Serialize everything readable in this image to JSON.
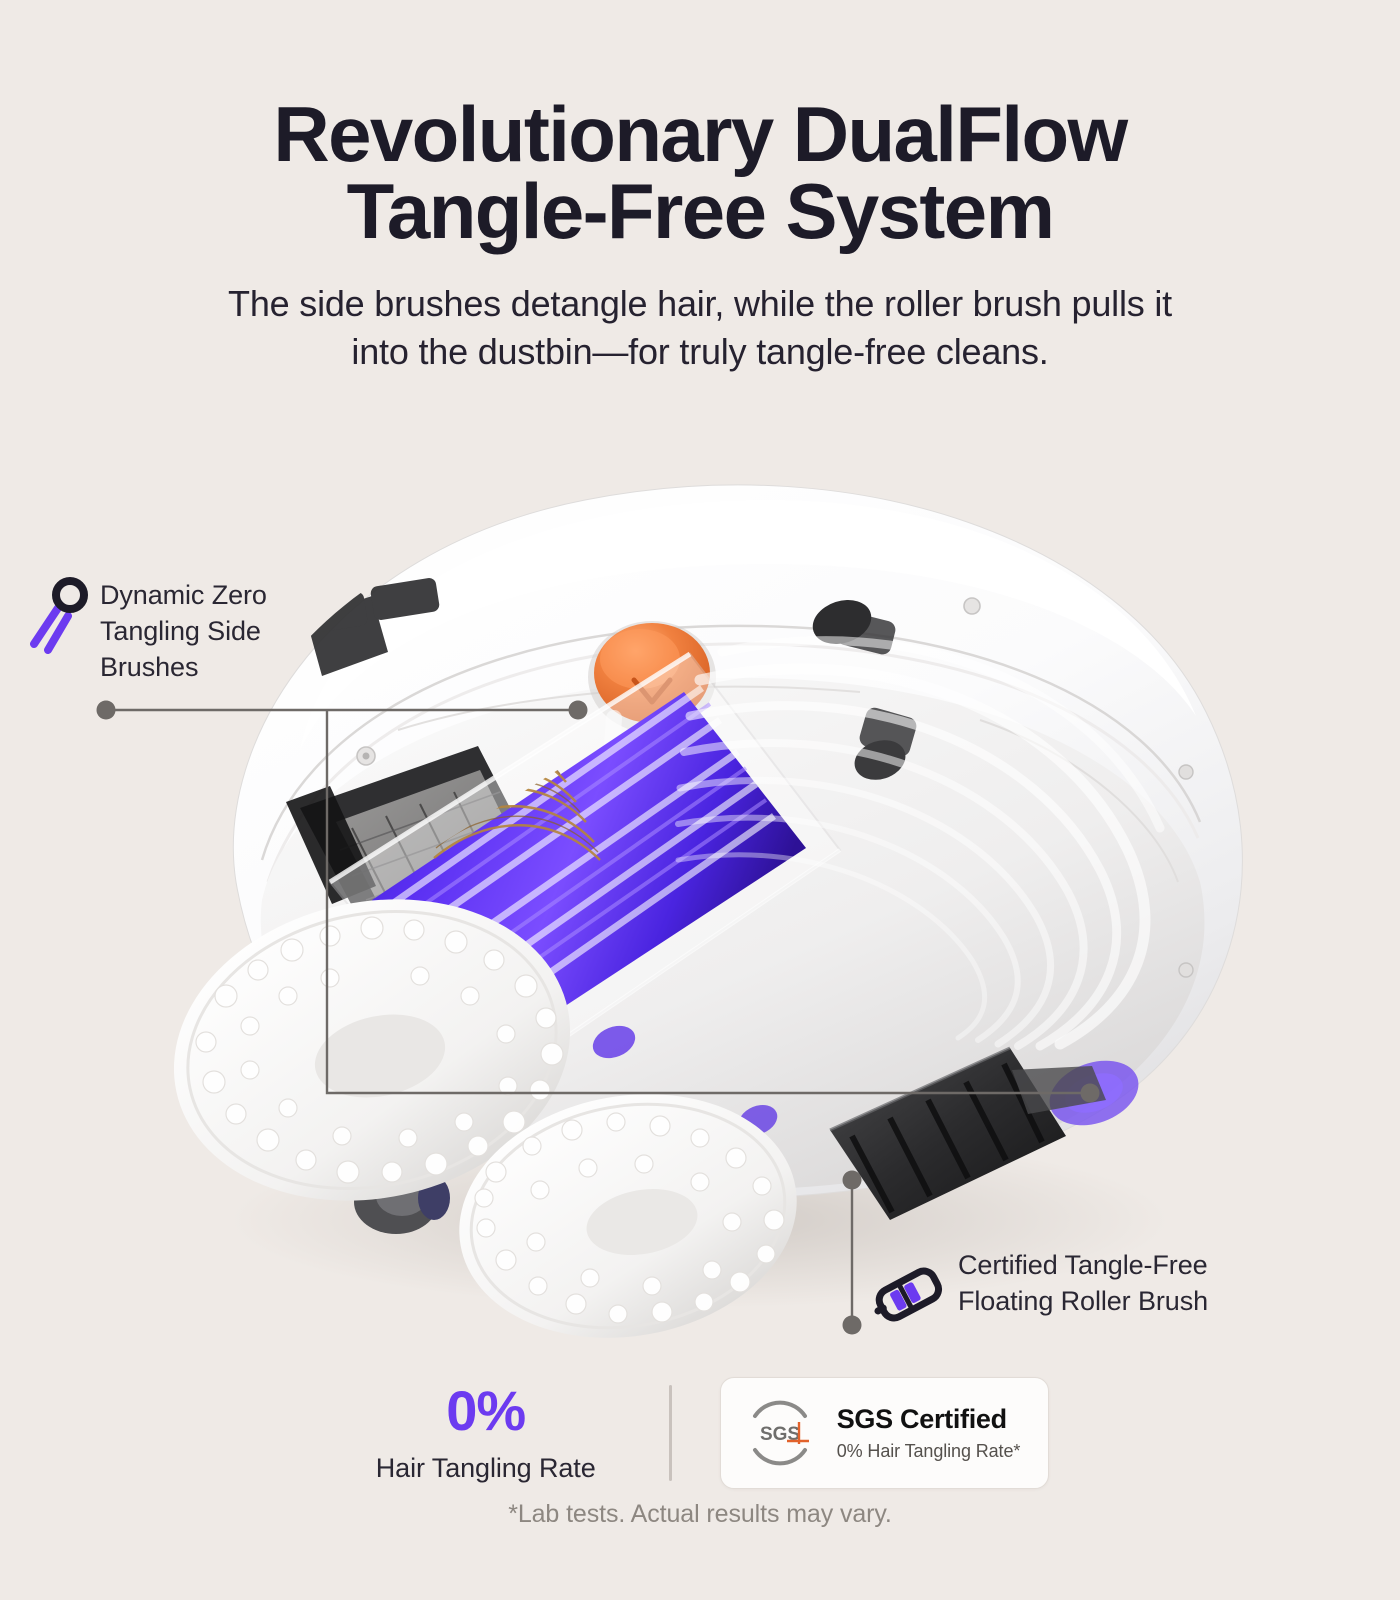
{
  "header": {
    "title_line1": "Revolutionary DualFlow",
    "title_line2": "Tangle-Free System",
    "subtitle_line1": "The side brushes detangle hair, while the roller brush pulls it",
    "subtitle_line2": "into the dustbin—for truly tangle-free cleans."
  },
  "callouts": [
    {
      "id": "side-brushes",
      "icon": "side-brush-icon",
      "text": "Dynamic Zero\nTangling Side\nBrushes"
    },
    {
      "id": "roller-brush",
      "icon": "roller-brush-icon",
      "text": "Certified Tangle-Free\nFloating Roller Brush"
    }
  ],
  "stats": {
    "value": "0%",
    "label": "Hair Tangling Rate"
  },
  "badge": {
    "logo_text": "SGS",
    "title": "SGS Certified",
    "subtitle": "0% Hair Tangling Rate*"
  },
  "footnote": "*Lab tests. Actual results may vary.",
  "colors": {
    "background": "#EFEAE6",
    "heading": "#1d1b28",
    "accent_purple": "#6c3bf0",
    "leader_line": "#6e6a67",
    "brush_orange": "#ec7134",
    "sgs_logo_gray": "#8b8a88",
    "sgs_mark_orange": "#e2622b"
  },
  "product": {
    "name": "robot-vacuum-underside",
    "parts": [
      "side-brush-orange-cap",
      "roller-brush-purple",
      "mop-pad-left",
      "mop-pad-right",
      "drive-wheel",
      "dustbin-grille",
      "airflow-swirls"
    ]
  }
}
